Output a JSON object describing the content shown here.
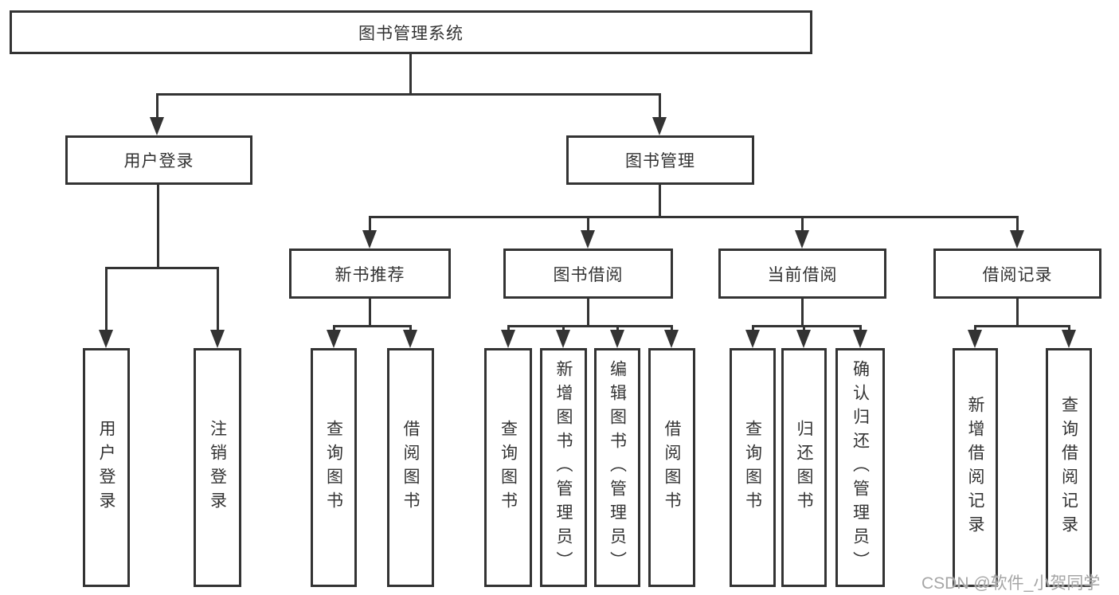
{
  "diagram": {
    "type": "tree",
    "root": {
      "label": "图书管理系统"
    },
    "level2": [
      {
        "label": "用户登录"
      },
      {
        "label": "图书管理"
      }
    ],
    "level3": [
      {
        "label": "新书推荐"
      },
      {
        "label": "图书借阅"
      },
      {
        "label": "当前借阅"
      },
      {
        "label": "借阅记录"
      }
    ],
    "leaves": {
      "user_login": [
        "用户登录",
        "注销登录"
      ],
      "new_book_recommend": [
        "查询图书",
        "借阅图书"
      ],
      "book_borrow": [
        "查询图书",
        "新增图书（管理员）",
        "编辑图书（管理员）",
        "借阅图书"
      ],
      "current_borrow": [
        "查询图书",
        "归还图书",
        "确认归还（管理员）"
      ],
      "borrow_records": [
        "新增借阅记录",
        "查询借阅记录"
      ]
    },
    "colors": {
      "line": "#333333",
      "text": "#333333",
      "box_fill": "#ffffff",
      "watermark": "#a6a6a6"
    }
  },
  "watermark": {
    "text": "CSDN @软件_小贺同学"
  }
}
